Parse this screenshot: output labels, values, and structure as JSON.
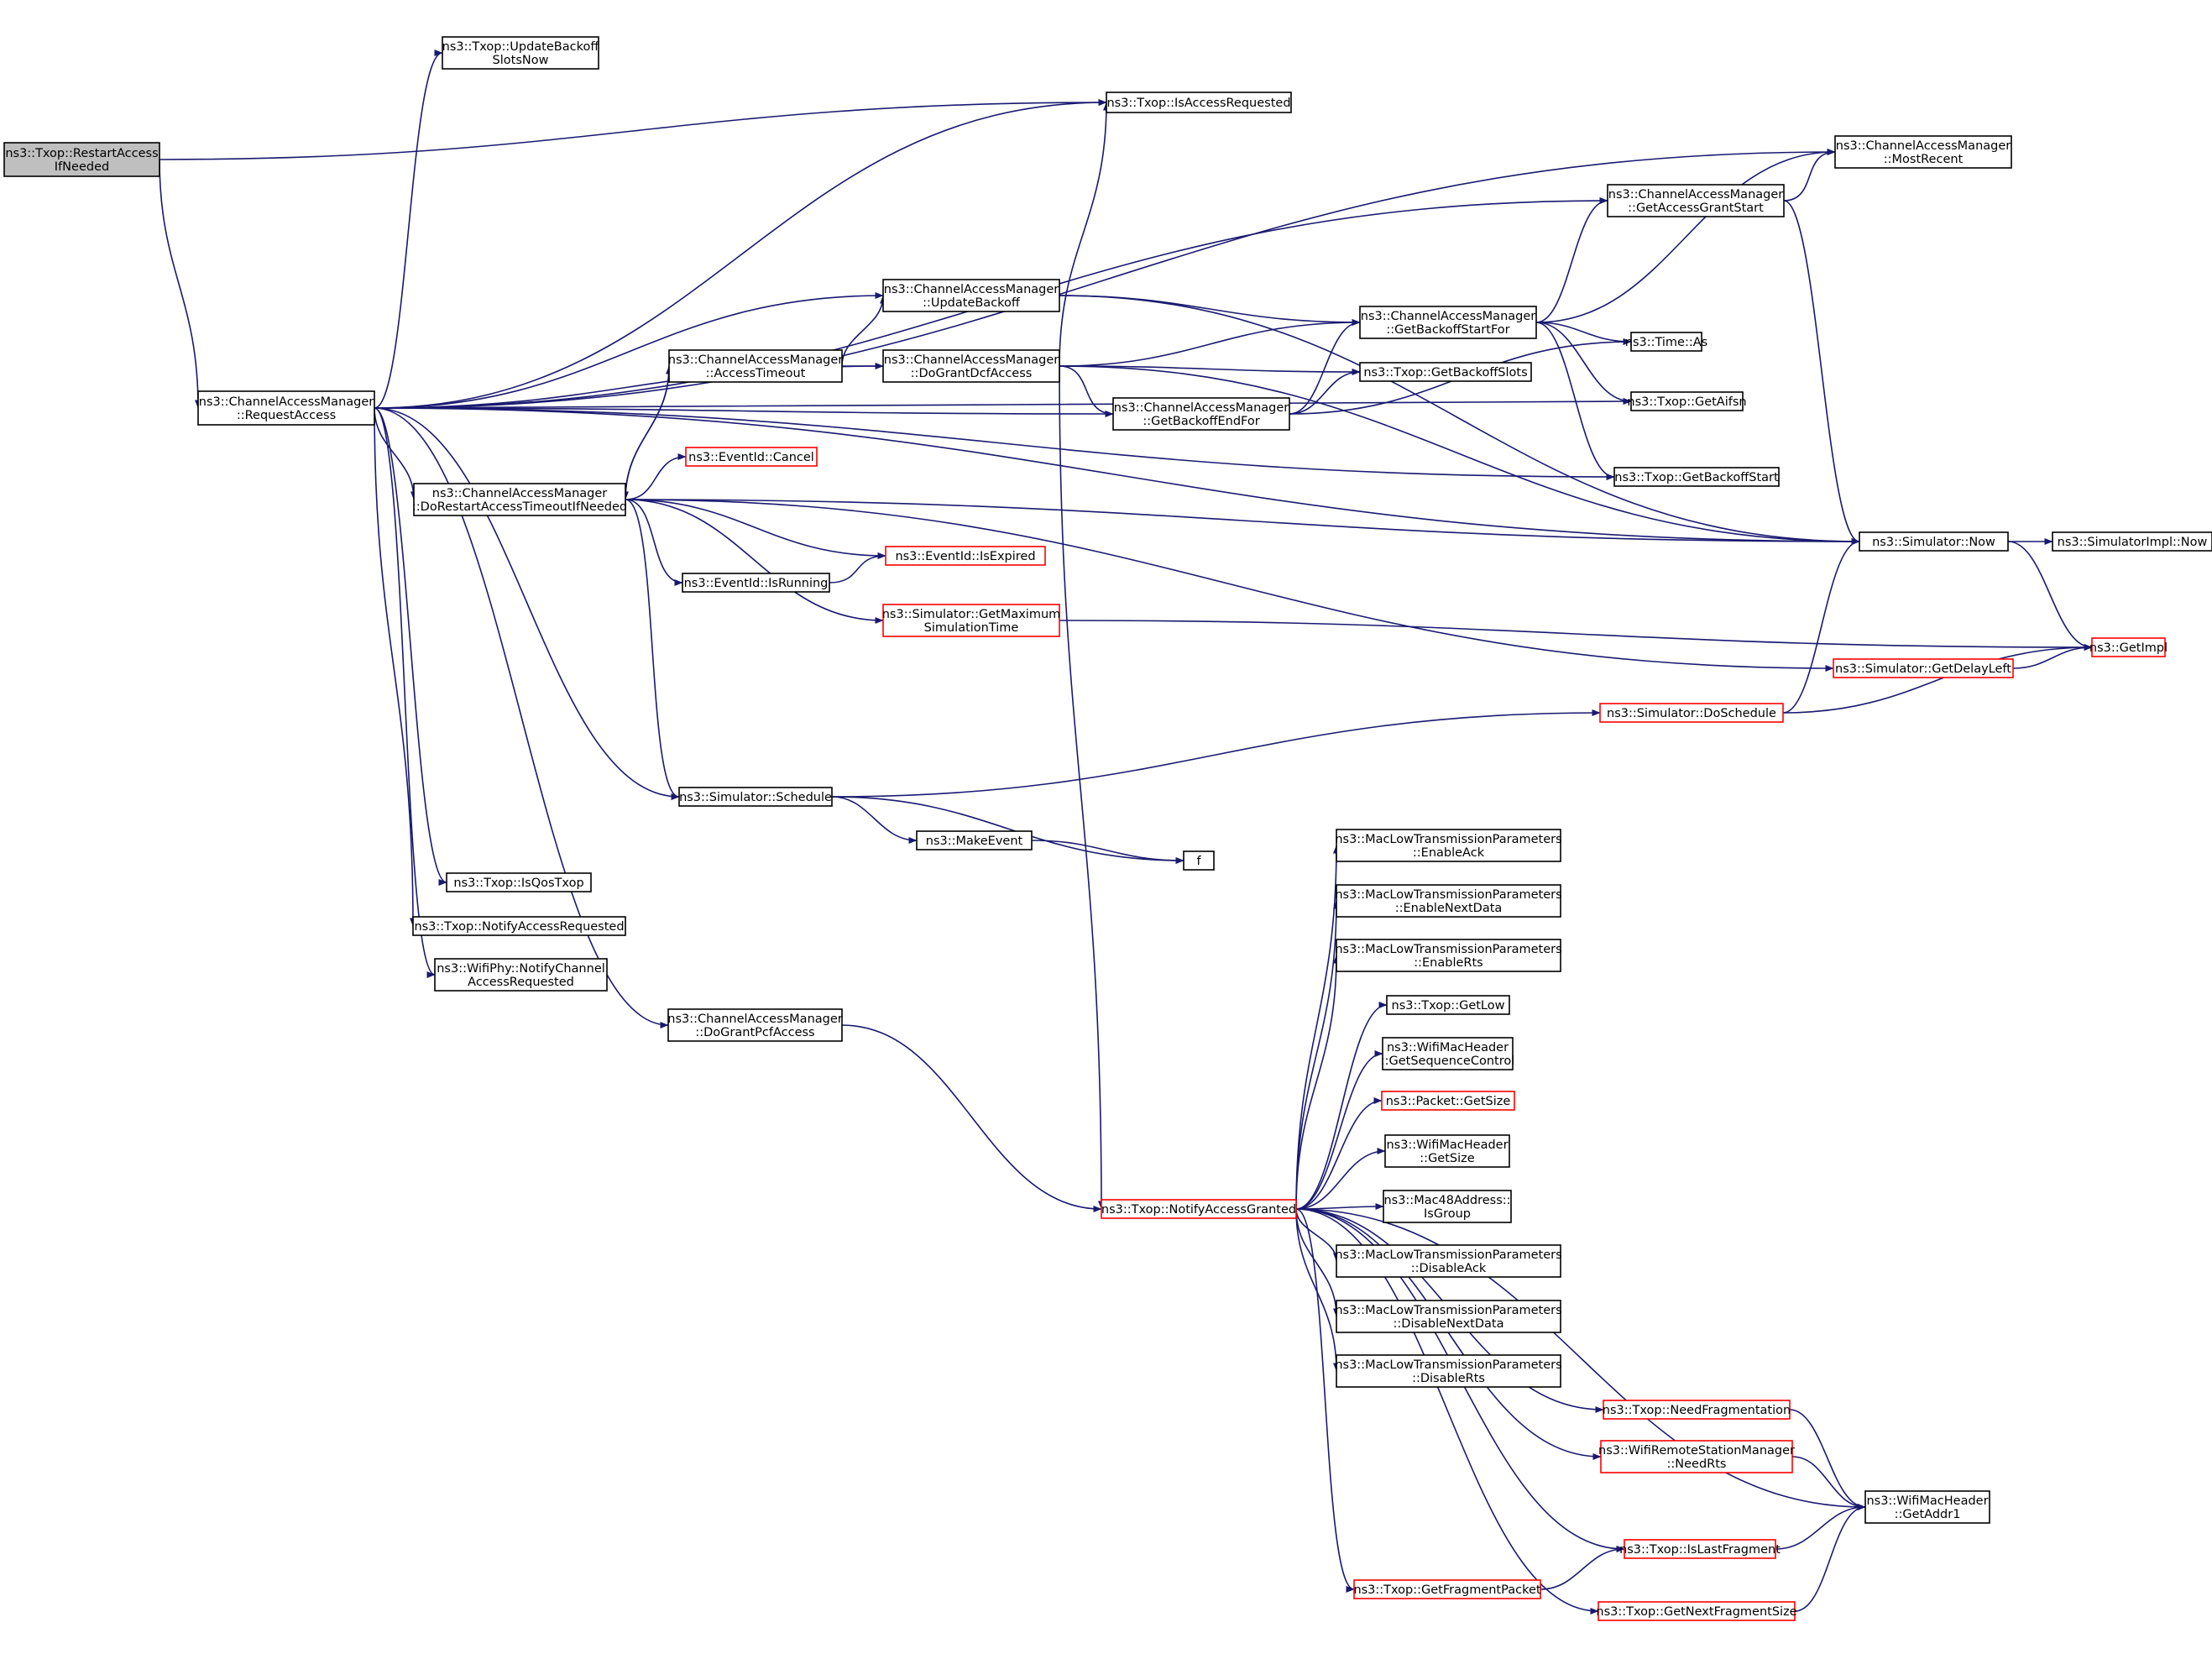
{
  "colors": {
    "edge": "#191970",
    "normal_border": "#000000",
    "truncated_border": "#ff0000",
    "root_fill": "#bfbfbf",
    "fill": "#ffffff"
  },
  "nodes": [
    {
      "id": "restart",
      "lines": [
        "ns3::Txop::RestartAccess",
        "IfNeeded"
      ],
      "style": "root"
    },
    {
      "id": "request",
      "lines": [
        "ns3::ChannelAccessManager",
        "::RequestAccess"
      ],
      "style": "normal"
    },
    {
      "id": "updbackslots",
      "lines": [
        "ns3::Txop::UpdateBackoff",
        "SlotsNow"
      ],
      "style": "normal"
    },
    {
      "id": "isaccreq",
      "lines": [
        "ns3::Txop::IsAccessRequested"
      ],
      "style": "normal"
    },
    {
      "id": "mostrecent",
      "lines": [
        "ns3::ChannelAccessManager",
        "::MostRecent"
      ],
      "style": "normal"
    },
    {
      "id": "getaccgrant",
      "lines": [
        "ns3::ChannelAccessManager",
        "::GetAccessGrantStart"
      ],
      "style": "normal"
    },
    {
      "id": "updatebackoff",
      "lines": [
        "ns3::ChannelAccessManager",
        "::UpdateBackoff"
      ],
      "style": "normal"
    },
    {
      "id": "getbackstartfor",
      "lines": [
        "ns3::ChannelAccessManager",
        "::GetBackoffStartFor"
      ],
      "style": "normal"
    },
    {
      "id": "acctimeout",
      "lines": [
        "ns3::ChannelAccessManager",
        "::AccessTimeout"
      ],
      "style": "normal"
    },
    {
      "id": "dograntdcf",
      "lines": [
        "ns3::ChannelAccessManager",
        "::DoGrantDcfAccess"
      ],
      "style": "normal"
    },
    {
      "id": "timeas",
      "lines": [
        "ns3::Time::As"
      ],
      "style": "normal"
    },
    {
      "id": "getbackslots",
      "lines": [
        "ns3::Txop::GetBackoffSlots"
      ],
      "style": "normal"
    },
    {
      "id": "getbackendfor",
      "lines": [
        "ns3::ChannelAccessManager",
        "::GetBackoffEndFor"
      ],
      "style": "normal"
    },
    {
      "id": "getaifsn",
      "lines": [
        "ns3::Txop::GetAifsn"
      ],
      "style": "normal"
    },
    {
      "id": "getbackstart",
      "lines": [
        "ns3::Txop::GetBackoffStart"
      ],
      "style": "normal"
    },
    {
      "id": "dorestart",
      "lines": [
        "ns3::ChannelAccessManager",
        "::DoRestartAccessTimeoutIfNeeded"
      ],
      "style": "normal"
    },
    {
      "id": "cancel",
      "lines": [
        "ns3::EventId::Cancel"
      ],
      "style": "red"
    },
    {
      "id": "isexpired",
      "lines": [
        "ns3::EventId::IsExpired"
      ],
      "style": "red"
    },
    {
      "id": "isrunning",
      "lines": [
        "ns3::EventId::IsRunning"
      ],
      "style": "normal"
    },
    {
      "id": "simnow",
      "lines": [
        "ns3::Simulator::Now"
      ],
      "style": "normal"
    },
    {
      "id": "simimplnow",
      "lines": [
        "ns3::SimulatorImpl::Now"
      ],
      "style": "normal"
    },
    {
      "id": "getmaxsim",
      "lines": [
        "ns3::Simulator::GetMaximum",
        "SimulationTime"
      ],
      "style": "red"
    },
    {
      "id": "getimpl",
      "lines": [
        "ns3::GetImpl"
      ],
      "style": "red"
    },
    {
      "id": "getdelayleft",
      "lines": [
        "ns3::Simulator::GetDelayLeft"
      ],
      "style": "red"
    },
    {
      "id": "doschedule",
      "lines": [
        "ns3::Simulator::DoSchedule"
      ],
      "style": "red"
    },
    {
      "id": "schedule",
      "lines": [
        "ns3::Simulator::Schedule"
      ],
      "style": "normal"
    },
    {
      "id": "makeevent",
      "lines": [
        "ns3::MakeEvent"
      ],
      "style": "normal"
    },
    {
      "id": "f",
      "lines": [
        "f"
      ],
      "style": "normal"
    },
    {
      "id": "isqos",
      "lines": [
        "ns3::Txop::IsQosTxop"
      ],
      "style": "normal"
    },
    {
      "id": "notifyaccreq",
      "lines": [
        "ns3::Txop::NotifyAccessRequested"
      ],
      "style": "normal"
    },
    {
      "id": "wifiphynotify",
      "lines": [
        "ns3::WifiPhy::NotifyChannel",
        "AccessRequested"
      ],
      "style": "normal"
    },
    {
      "id": "dograntpcf",
      "lines": [
        "ns3::ChannelAccessManager",
        "::DoGrantPcfAccess"
      ],
      "style": "normal"
    },
    {
      "id": "notifygranted",
      "lines": [
        "ns3::Txop::NotifyAccessGranted"
      ],
      "style": "red"
    },
    {
      "id": "enableack",
      "lines": [
        "ns3::MacLowTransmissionParameters",
        "::EnableAck"
      ],
      "style": "normal"
    },
    {
      "id": "enablenext",
      "lines": [
        "ns3::MacLowTransmissionParameters",
        "::EnableNextData"
      ],
      "style": "normal"
    },
    {
      "id": "enablerts",
      "lines": [
        "ns3::MacLowTransmissionParameters",
        "::EnableRts"
      ],
      "style": "normal"
    },
    {
      "id": "getlow",
      "lines": [
        "ns3::Txop::GetLow"
      ],
      "style": "normal"
    },
    {
      "id": "getseqctrl",
      "lines": [
        "ns3::WifiMacHeader",
        "::GetSequenceControl"
      ],
      "style": "normal"
    },
    {
      "id": "pktgetsize",
      "lines": [
        "ns3::Packet::GetSize"
      ],
      "style": "red"
    },
    {
      "id": "hdrgetsize",
      "lines": [
        "ns3::WifiMacHeader",
        "::GetSize"
      ],
      "style": "normal"
    },
    {
      "id": "isgroup",
      "lines": [
        "ns3::Mac48Address::",
        "IsGroup"
      ],
      "style": "normal"
    },
    {
      "id": "disableack",
      "lines": [
        "ns3::MacLowTransmissionParameters",
        "::DisableAck"
      ],
      "style": "normal"
    },
    {
      "id": "disablenext",
      "lines": [
        "ns3::MacLowTransmissionParameters",
        "::DisableNextData"
      ],
      "style": "normal"
    },
    {
      "id": "disablerts",
      "lines": [
        "ns3::MacLowTransmissionParameters",
        "::DisableRts"
      ],
      "style": "normal"
    },
    {
      "id": "needfrag",
      "lines": [
        "ns3::Txop::NeedFragmentation"
      ],
      "style": "red"
    },
    {
      "id": "needrts",
      "lines": [
        "ns3::WifiRemoteStationManager",
        "::NeedRts"
      ],
      "style": "red"
    },
    {
      "id": "getaddr1",
      "lines": [
        "ns3::WifiMacHeader",
        "::GetAddr1"
      ],
      "style": "normal"
    },
    {
      "id": "islastfrag",
      "lines": [
        "ns3::Txop::IsLastFragment"
      ],
      "style": "red"
    },
    {
      "id": "getfragpkt",
      "lines": [
        "ns3::Txop::GetFragmentPacket"
      ],
      "style": "red"
    },
    {
      "id": "getnextfragsize",
      "lines": [
        "ns3::Txop::GetNextFragmentSize"
      ],
      "style": "red"
    }
  ],
  "edges": [
    [
      "restart",
      "isaccreq"
    ],
    [
      "restart",
      "request"
    ],
    [
      "request",
      "updbackslots"
    ],
    [
      "request",
      "isaccreq"
    ],
    [
      "request",
      "mostrecent"
    ],
    [
      "request",
      "getaccgrant"
    ],
    [
      "request",
      "simnow"
    ],
    [
      "request",
      "updatebackoff"
    ],
    [
      "request",
      "dograntdcf"
    ],
    [
      "request",
      "dorestart"
    ],
    [
      "request",
      "getbackendfor"
    ],
    [
      "request",
      "getaifsn"
    ],
    [
      "request",
      "getbackstart"
    ],
    [
      "request",
      "schedule"
    ],
    [
      "request",
      "isqos"
    ],
    [
      "request",
      "notifyaccreq"
    ],
    [
      "request",
      "wifiphynotify"
    ],
    [
      "request",
      "dograntpcf"
    ],
    [
      "acctimeout",
      "updatebackoff"
    ],
    [
      "acctimeout",
      "dograntdcf"
    ],
    [
      "acctimeout",
      "dorestart"
    ],
    [
      "updatebackoff",
      "getbackstartfor"
    ],
    [
      "updatebackoff",
      "simnow"
    ],
    [
      "dograntdcf",
      "isaccreq"
    ],
    [
      "dograntdcf",
      "getbackstartfor"
    ],
    [
      "dograntdcf",
      "getbackslots"
    ],
    [
      "dograntdcf",
      "getbackendfor"
    ],
    [
      "dograntdcf",
      "simnow"
    ],
    [
      "dograntdcf",
      "notifygranted"
    ],
    [
      "getbackstartfor",
      "getaccgrant"
    ],
    [
      "getbackstartfor",
      "mostrecent"
    ],
    [
      "getbackstartfor",
      "timeas"
    ],
    [
      "getbackstartfor",
      "getaifsn"
    ],
    [
      "getbackstartfor",
      "getbackstart"
    ],
    [
      "getbackendfor",
      "getbackstartfor"
    ],
    [
      "getbackendfor",
      "getbackslots"
    ],
    [
      "getbackendfor",
      "timeas"
    ],
    [
      "getaccgrant",
      "mostrecent"
    ],
    [
      "getaccgrant",
      "simnow"
    ],
    [
      "dorestart",
      "acctimeout"
    ],
    [
      "dorestart",
      "cancel"
    ],
    [
      "dorestart",
      "isexpired"
    ],
    [
      "dorestart",
      "isrunning"
    ],
    [
      "dorestart",
      "simnow"
    ],
    [
      "dorestart",
      "getmaxsim"
    ],
    [
      "dorestart",
      "getdelayleft"
    ],
    [
      "dorestart",
      "schedule"
    ],
    [
      "isrunning",
      "isexpired"
    ],
    [
      "simnow",
      "simimplnow"
    ],
    [
      "simnow",
      "getimpl"
    ],
    [
      "getmaxsim",
      "getimpl"
    ],
    [
      "getdelayleft",
      "getimpl"
    ],
    [
      "doschedule",
      "simnow"
    ],
    [
      "doschedule",
      "getimpl"
    ],
    [
      "schedule",
      "doschedule"
    ],
    [
      "schedule",
      "makeevent"
    ],
    [
      "schedule",
      "f"
    ],
    [
      "makeevent",
      "f"
    ],
    [
      "dograntpcf",
      "notifygranted"
    ],
    [
      "notifygranted",
      "enableack"
    ],
    [
      "notifygranted",
      "enablenext"
    ],
    [
      "notifygranted",
      "enablerts"
    ],
    [
      "notifygranted",
      "getlow"
    ],
    [
      "notifygranted",
      "getseqctrl"
    ],
    [
      "notifygranted",
      "pktgetsize"
    ],
    [
      "notifygranted",
      "hdrgetsize"
    ],
    [
      "notifygranted",
      "isgroup"
    ],
    [
      "notifygranted",
      "disableack"
    ],
    [
      "notifygranted",
      "disablenext"
    ],
    [
      "notifygranted",
      "disablerts"
    ],
    [
      "notifygranted",
      "needfrag"
    ],
    [
      "notifygranted",
      "needrts"
    ],
    [
      "notifygranted",
      "getaddr1"
    ],
    [
      "notifygranted",
      "islastfrag"
    ],
    [
      "notifygranted",
      "getfragpkt"
    ],
    [
      "notifygranted",
      "getnextfragsize"
    ],
    [
      "needfrag",
      "getaddr1"
    ],
    [
      "needrts",
      "getaddr1"
    ],
    [
      "islastfrag",
      "getaddr1"
    ],
    [
      "getfragpkt",
      "islastfrag"
    ],
    [
      "getnextfragsize",
      "getaddr1"
    ]
  ]
}
